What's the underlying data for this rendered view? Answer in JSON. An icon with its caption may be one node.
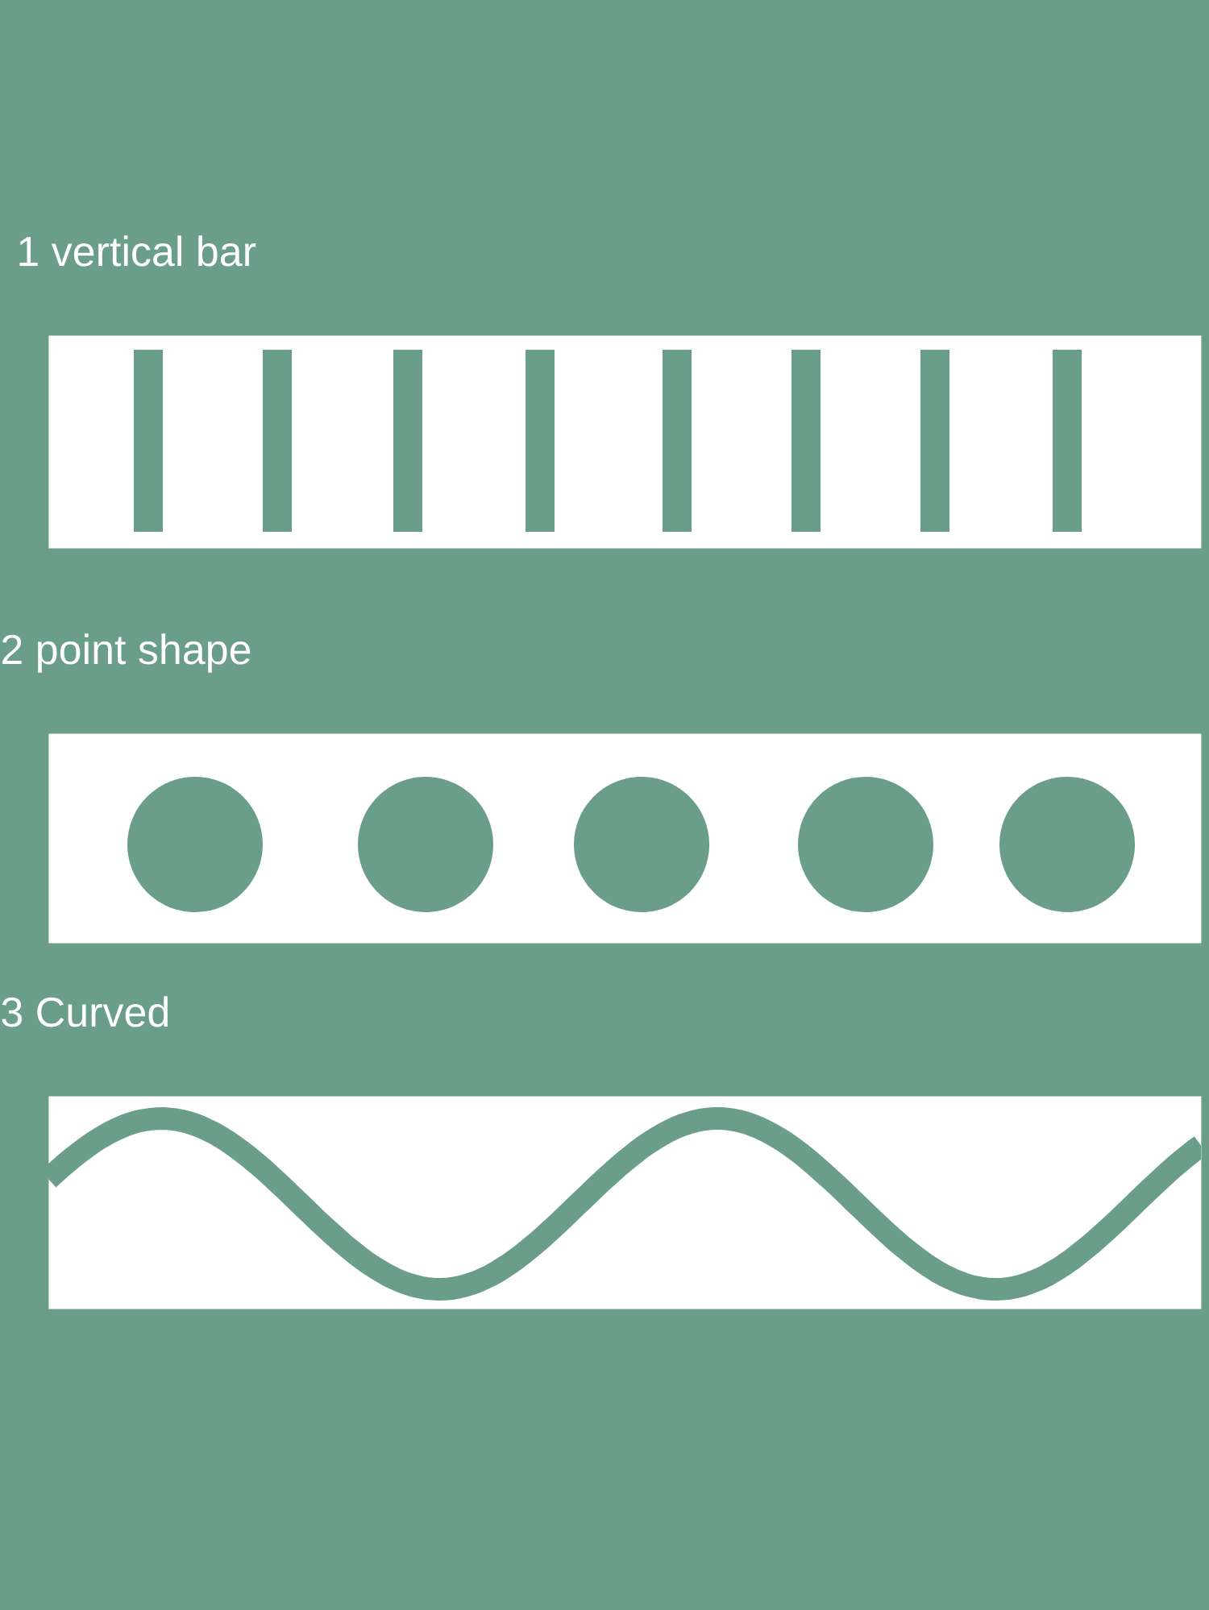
{
  "diagram": {
    "nodes": [
      {
        "text": [
          "1 vertical bar"
        ]
      },
      {
        "text": [
          "2 point shape"
        ]
      },
      {
        "text": [
          "3 Curved"
        ]
      }
    ]
  }
}
